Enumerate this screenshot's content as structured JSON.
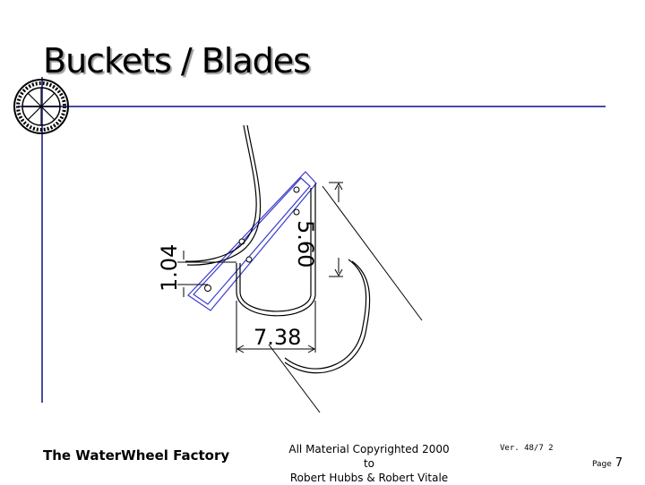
{
  "slide": {
    "title": "Buckets / Blades",
    "accent_color": "#4b4ba8"
  },
  "logo": {
    "icon": "waterwheel-icon"
  },
  "drawing": {
    "dimensions": {
      "bucket_depth": "5.60",
      "bucket_offset": "1.04",
      "bucket_width": "7.38"
    }
  },
  "footer": {
    "brand": "The WaterWheel Factory",
    "copyright_line1": "All Material Copyrighted 2000 to",
    "copyright_line2": "Robert Hubbs & Robert Vitale",
    "version": "Ver. 48/7 2",
    "page_label": "Page",
    "page_number": "7"
  }
}
